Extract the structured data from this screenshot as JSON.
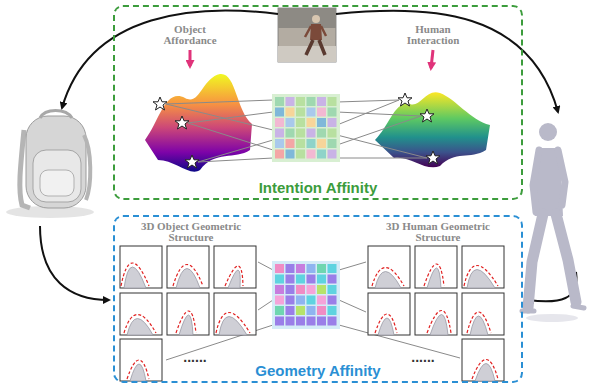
{
  "diagram": {
    "nodes": [
      {
        "text": [
          "Intention Affinity"
        ]
      },
      {
        "text": [
          "Geometry Affinity"
        ]
      }
    ],
    "labels": [
      "Object Affordance",
      "Human Interaction",
      "3D Object Geometric Structure",
      "3D Human Geometric Structure",
      "......",
      "......"
    ]
  }
}
